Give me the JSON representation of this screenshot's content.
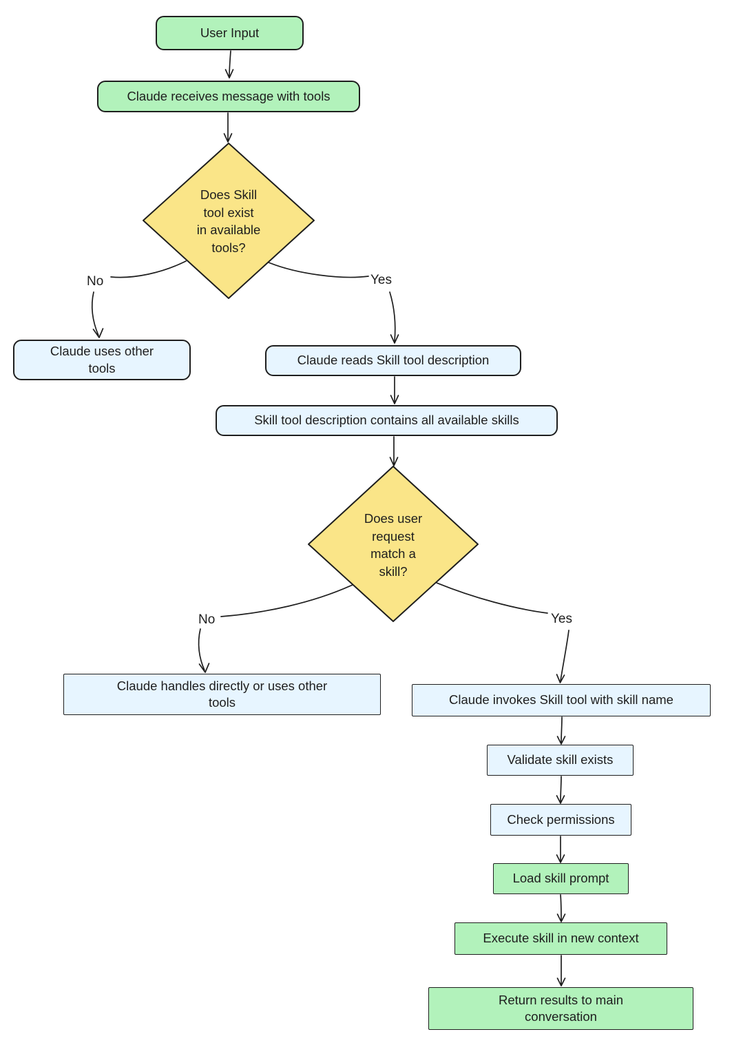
{
  "diagram": {
    "colors": {
      "green_fill": "#b2f2bb",
      "blue_fill": "#e7f5ff",
      "yellow_fill": "#fae588",
      "stroke": "#1e1e1e"
    },
    "nodes": {
      "user_input": "User Input",
      "receive_message": "Claude receives message with tools",
      "skill_tool_exists_q": "Does Skill\ntool exist\nin available\ntools?",
      "uses_other_tools": "Claude uses other tools",
      "reads_description": "Claude reads Skill tool description",
      "description_contains": "Skill tool description contains all available skills",
      "request_match_q": "Does user\nrequest\nmatch a\nskill?",
      "handles_directly": "Claude handles directly or uses other tools",
      "invokes_skill": "Claude invokes Skill tool with skill name",
      "validate_skill": "Validate skill exists",
      "check_permissions": "Check permissions",
      "load_prompt": "Load skill prompt",
      "execute_skill": "Execute skill in new context",
      "return_results": "Return results to main conversation"
    },
    "edge_labels": {
      "skill_tool_no": "No",
      "skill_tool_yes": "Yes",
      "match_no": "No",
      "match_yes": "Yes"
    }
  }
}
